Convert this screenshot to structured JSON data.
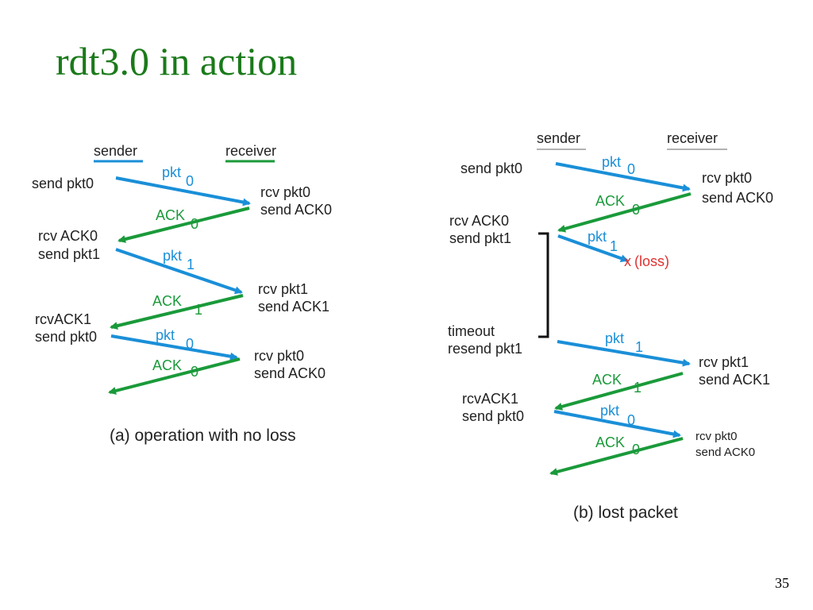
{
  "slide": {
    "title": "rdt3.0 in action",
    "page_number": "35"
  },
  "diagram_a": {
    "sender_label": "sender",
    "receiver_label": "receiver",
    "caption": "(a) operation with no loss",
    "sender_events": [
      "send pkt0",
      "rcv ACK0",
      "send pkt1",
      "rcvACK1",
      "send pkt0"
    ],
    "receiver_events": [
      "rcv pkt0",
      "send ACK0",
      "rcv pkt1",
      "send ACK1",
      "rcv pkt0",
      "send ACK0"
    ],
    "messages": [
      {
        "name": "pkt",
        "seq": "0"
      },
      {
        "name": "ACK",
        "seq": "0"
      },
      {
        "name": "pkt",
        "seq": "1"
      },
      {
        "name": "ACK",
        "seq": "1"
      },
      {
        "name": "pkt",
        "seq": "0"
      },
      {
        "name": "ACK",
        "seq": "0"
      }
    ]
  },
  "diagram_b": {
    "sender_label": "sender",
    "receiver_label": "receiver",
    "caption": "(b) lost packet",
    "loss_mark": "x",
    "loss_label": "(loss)",
    "sender_events": [
      "send pkt0",
      "rcv ACK0",
      "send pkt1",
      "timeout",
      "resend pkt1",
      "rcvACK1",
      "send pkt0"
    ],
    "receiver_events": [
      "rcv pkt0",
      "send ACK0",
      "rcv pkt1",
      "send ACK1",
      "rcv pkt0",
      "send ACK0"
    ],
    "messages": [
      {
        "name": "pkt",
        "seq": "0"
      },
      {
        "name": "ACK",
        "seq": "0"
      },
      {
        "name": "pkt",
        "seq": "1"
      },
      {
        "name": "pkt",
        "seq": "1"
      },
      {
        "name": "ACK",
        "seq": "1"
      },
      {
        "name": "pkt",
        "seq": "0"
      },
      {
        "name": "ACK",
        "seq": "0"
      }
    ]
  },
  "colors": {
    "title": "#1a7a1a",
    "packet_arrow": "#1a8fd8",
    "ack_arrow": "#1a9a3a",
    "loss": "#e03030"
  }
}
